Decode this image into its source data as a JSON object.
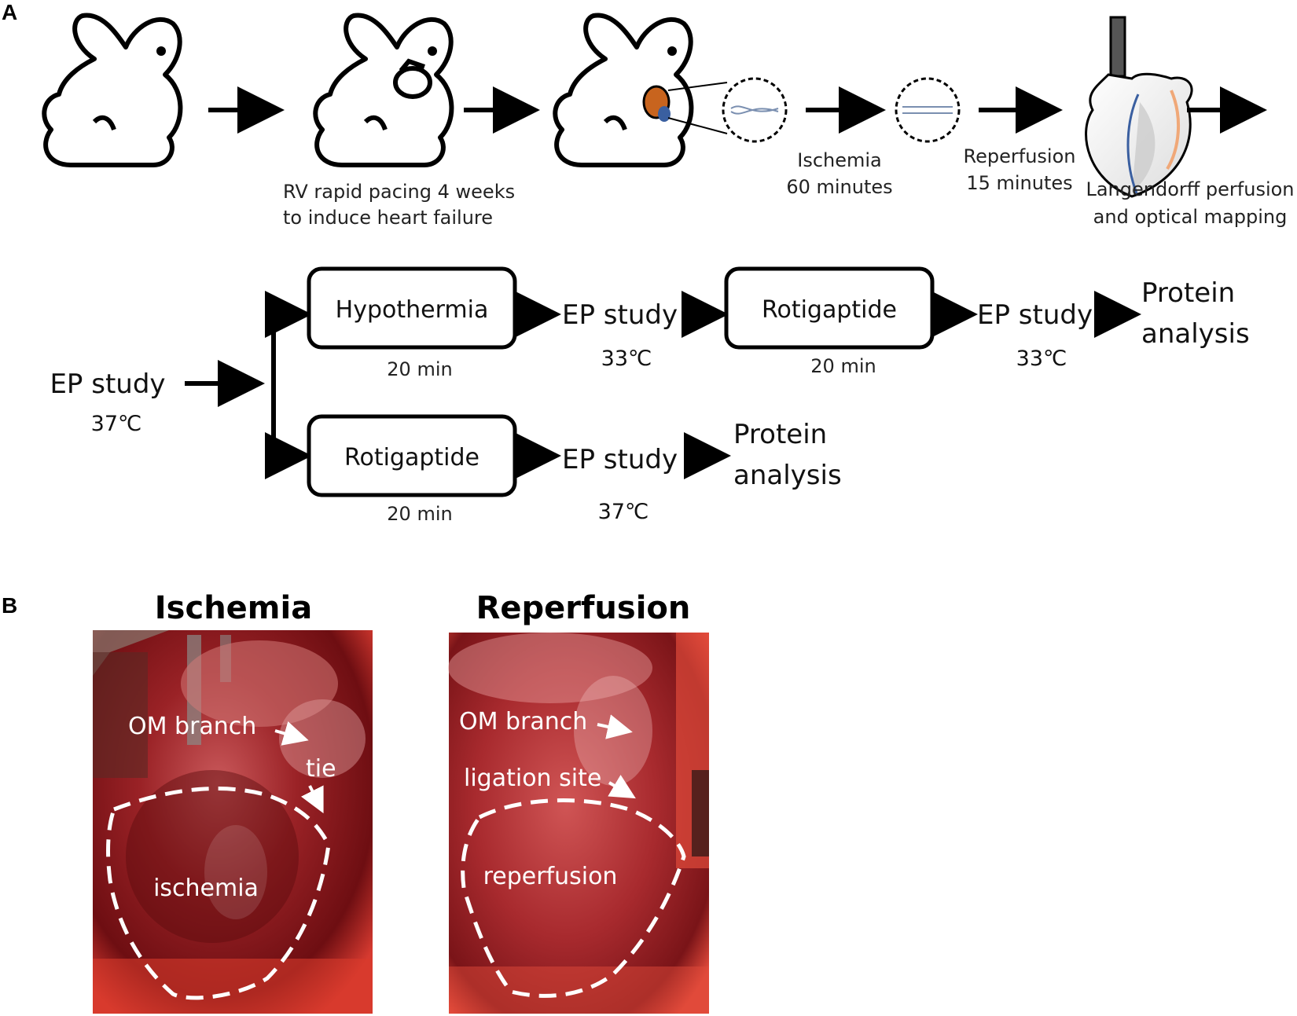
{
  "panel_a": {
    "letter": "A",
    "protocol": {
      "step1_caption_line1": "RV rapid pacing 4 weeks",
      "step1_caption_line2": "to induce heart failure",
      "ischemia_line1": "Ischemia",
      "ischemia_line2": "60 minutes",
      "reperfusion_line1": "Reperfusion",
      "reperfusion_line2": "15 minutes",
      "langendorff_line1": "Langendorff perfusion",
      "langendorff_line2": "and optical mapping"
    },
    "flow": {
      "baseline_label": "EP study",
      "baseline_temp": "37℃",
      "top": {
        "box1": "Hypothermia",
        "box1_time": "20 min",
        "ep1": "EP study",
        "ep1_temp": "33℃",
        "box2": "Rotigaptide",
        "box2_time": "20 min",
        "ep2": "EP study",
        "ep2_temp": "33℃",
        "end_line1": "Protein",
        "end_line2": "analysis"
      },
      "bottom": {
        "box1": "Rotigaptide",
        "box1_time": "20 min",
        "ep1": "EP study",
        "ep1_temp": "37℃",
        "end_line1": "Protein",
        "end_line2": "analysis"
      }
    }
  },
  "panel_b": {
    "letter": "B",
    "left_photo": {
      "title": "Ischemia",
      "label_branch": "OM branch",
      "label_tie": "tie",
      "label_region": "ischemia"
    },
    "right_photo": {
      "title": "Reperfusion",
      "label_branch": "OM branch",
      "label_ligation": "ligation site",
      "label_region": "reperfusion"
    }
  },
  "colors": {
    "tissue_dark": "#7a1014",
    "tissue_mid": "#b3252a",
    "tissue_light": "#e8585a",
    "heart_orange": "#c8641e",
    "heart_blue": "#3a5fa0"
  }
}
